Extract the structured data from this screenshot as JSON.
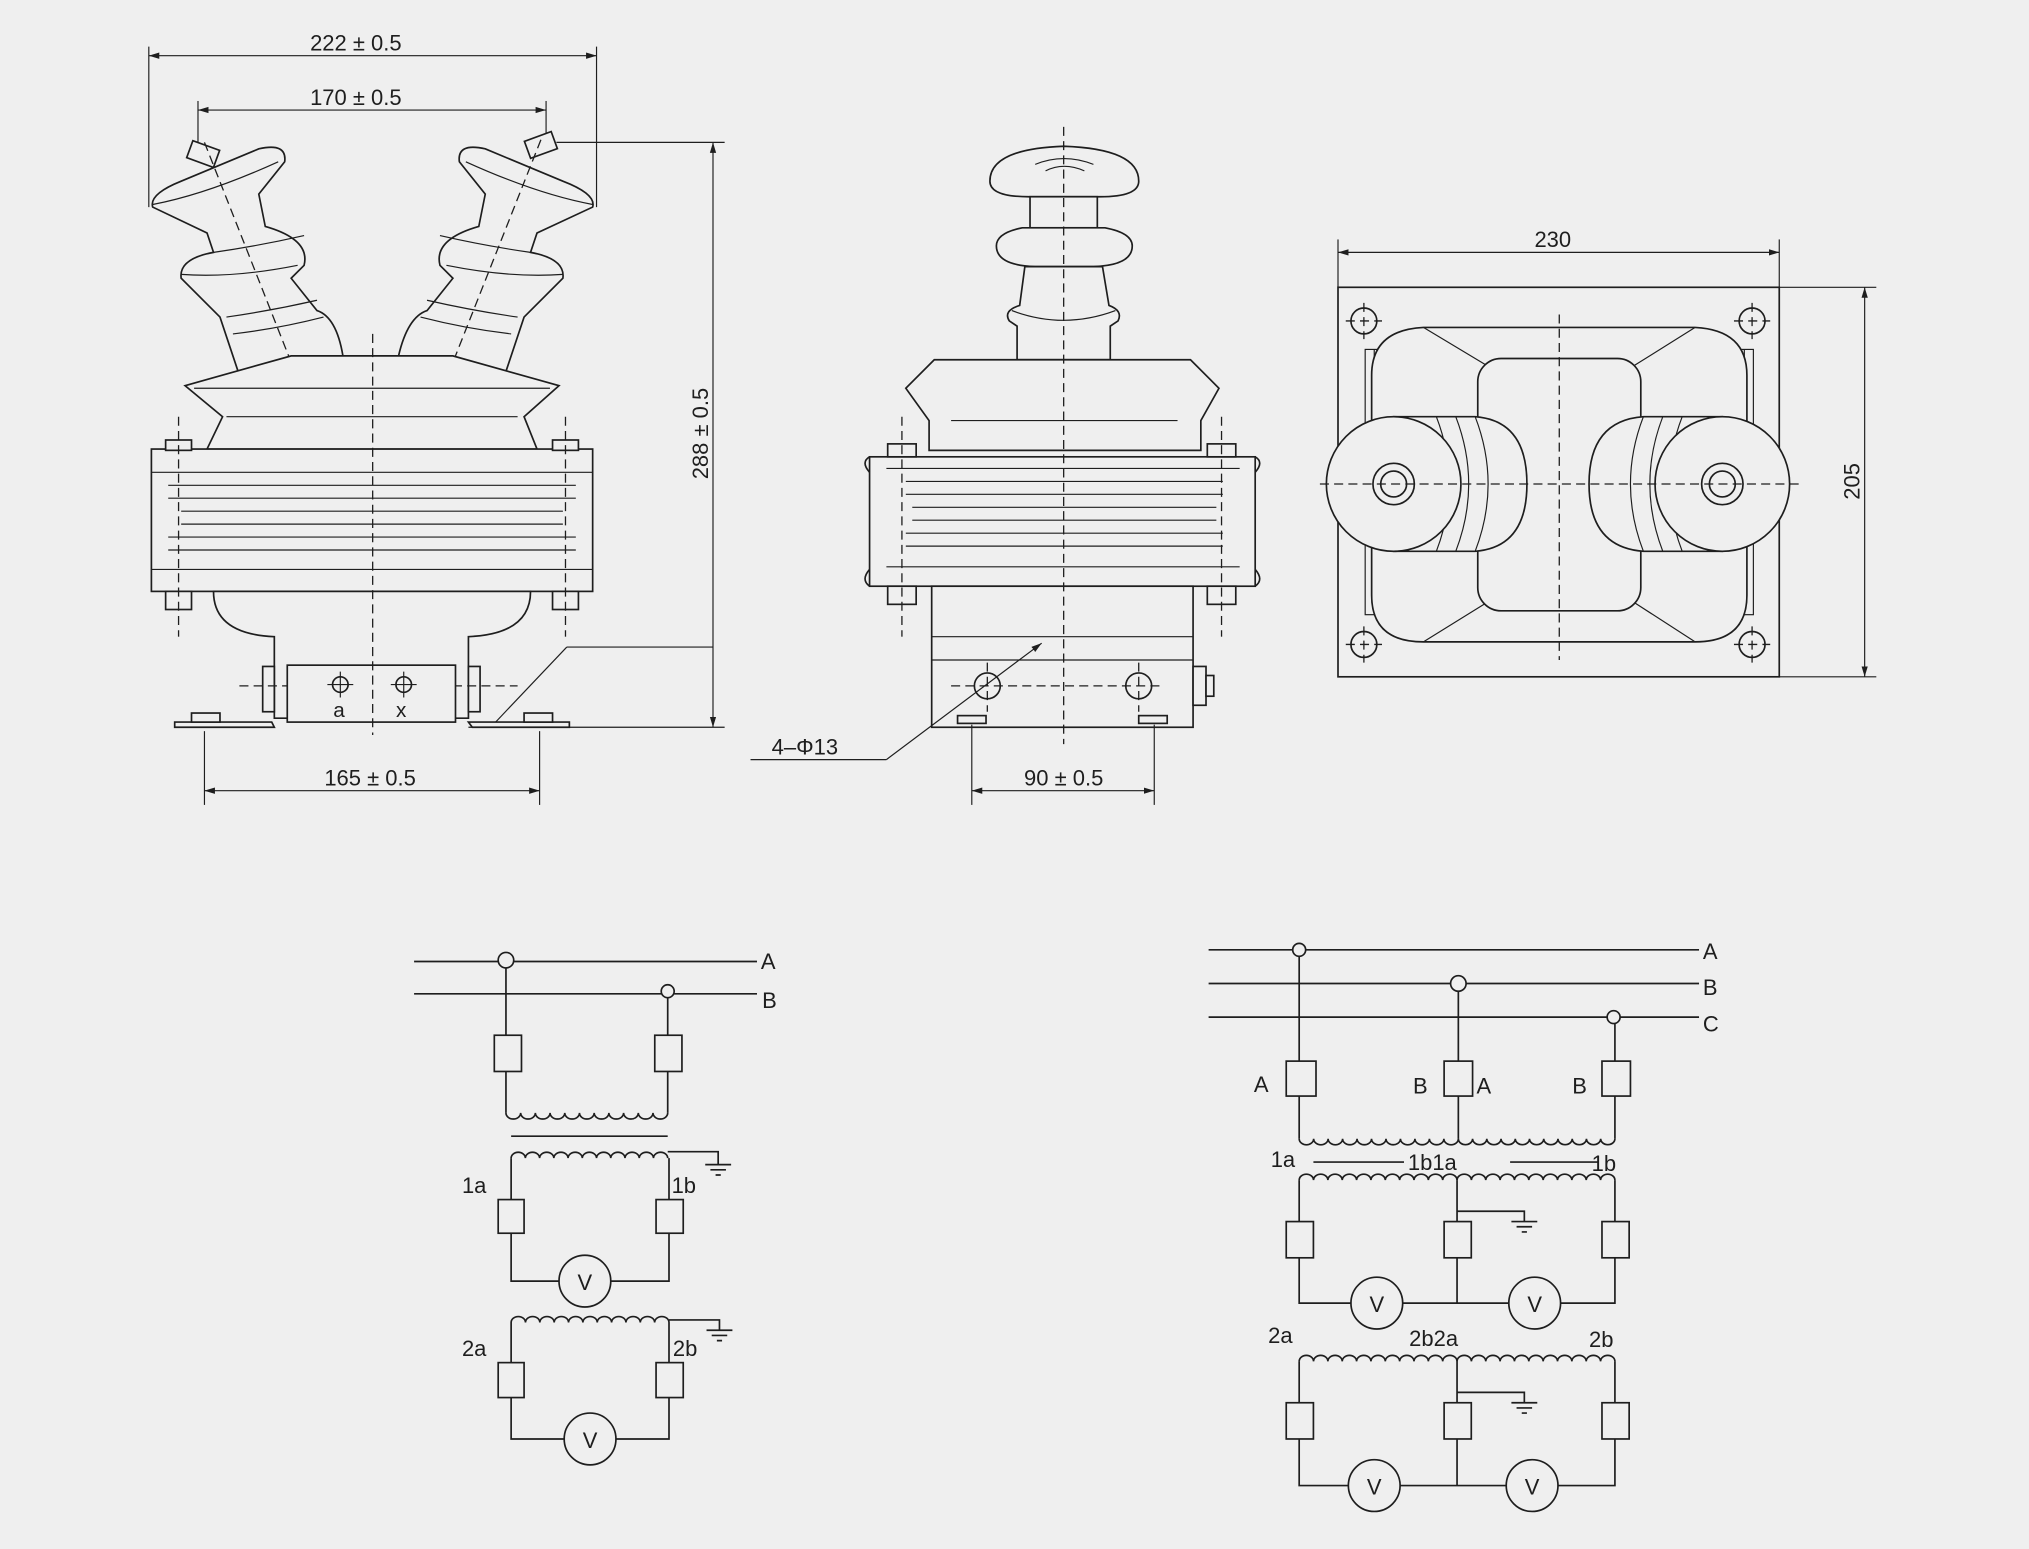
{
  "drawing": {
    "front_view": {
      "dim_overall_width": "222 ± 0.5",
      "dim_bushing_spacing": "170 ± 0.5",
      "dim_height": "288 ± 0.5",
      "dim_mount_spacing": "165 ± 0.5",
      "terminal_a": "a",
      "terminal_x": "x"
    },
    "side_view": {
      "hole_callout": "4–Φ13",
      "dim_mount_spacing": "90 ± 0.5"
    },
    "top_view": {
      "dim_width": "230",
      "dim_depth": "205"
    }
  },
  "circuit_single": {
    "line_a": "A",
    "line_b": "B",
    "sec1_start": "1a",
    "sec1_end": "1b",
    "sec2_start": "2a",
    "sec2_end": "2b",
    "meter1": "V",
    "meter2": "V"
  },
  "circuit_three": {
    "line_a": "A",
    "line_b": "B",
    "line_c": "C",
    "pt1_a": "A",
    "pt1_b": "B",
    "pt2_a": "A",
    "pt2_b": "B",
    "sec1_1a": "1a",
    "sec1_mid": "1b1a",
    "sec1_1b": "1b",
    "sec2_2a": "2a",
    "sec2_mid": "2b2a",
    "sec2_2b": "2b",
    "meter1": "V",
    "meter2": "V",
    "meter3": "V",
    "meter4": "V"
  }
}
